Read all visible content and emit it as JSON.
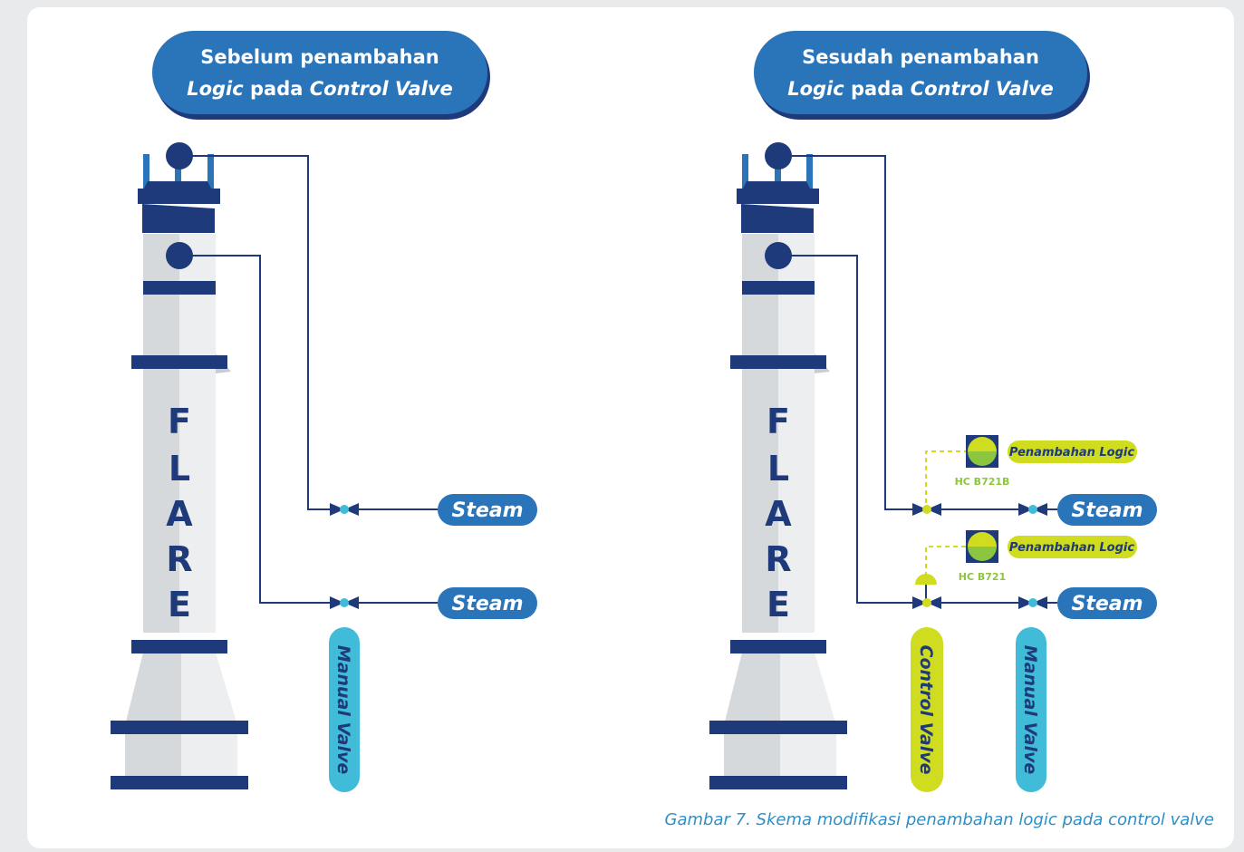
{
  "left_panel": {
    "title_line1": "Sebelum penambahan",
    "title_line2_italic_a": "Logic",
    "title_line2_plain": " pada ",
    "title_line2_italic_b": "Control Valve",
    "flare_letters": [
      "F",
      "L",
      "A",
      "R",
      "E"
    ],
    "steam_labels": [
      "Steam",
      "Steam"
    ],
    "manual_valve_label": "Manual Valve"
  },
  "right_panel": {
    "title_line1": "Sesudah penambahan",
    "title_line2_italic_a": "Logic",
    "title_line2_plain": " pada ",
    "title_line2_italic_b": "Control Valve",
    "flare_letters": [
      "F",
      "L",
      "A",
      "R",
      "E"
    ],
    "steam_labels": [
      "Steam",
      "Steam"
    ],
    "logic_labels": [
      "Penambahan Logic",
      "Penambahan Logic"
    ],
    "tags": [
      "HC B721B",
      "HC B721"
    ],
    "control_valve_label": "Control Valve",
    "manual_valve_label": "Manual Valve"
  },
  "caption": "Gambar 7. Skema modifikasi penambahan logic pada control valve",
  "colors": {
    "navy": "#1f3a7a",
    "blue_pill": "#2a74b9",
    "cyan": "#40bcd8",
    "lime": "#cfdc1f",
    "green": "#8cc63f",
    "tower_light": "#e6e8e9",
    "tower_mid": "#d2d5d7"
  }
}
